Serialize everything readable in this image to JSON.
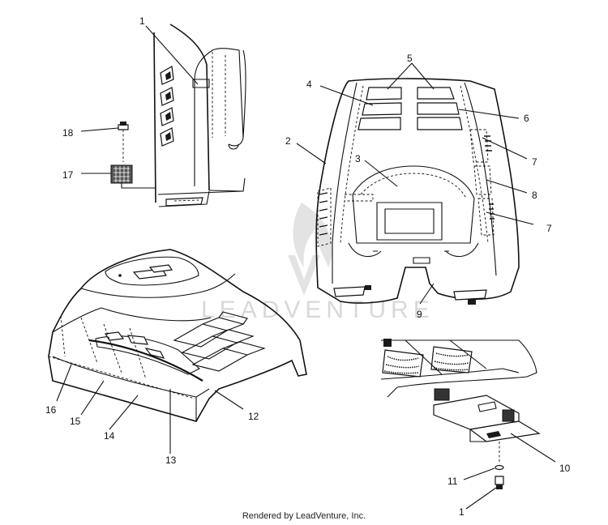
{
  "watermark": "LEADVENTURE",
  "caption": "Rendered by LeadVenture, Inc.",
  "callouts": [
    {
      "id": "c1-top",
      "label": "1"
    },
    {
      "id": "c18",
      "label": "18"
    },
    {
      "id": "c17",
      "label": "17"
    },
    {
      "id": "c5",
      "label": "5"
    },
    {
      "id": "c4",
      "label": "4"
    },
    {
      "id": "c6",
      "label": "6"
    },
    {
      "id": "c2",
      "label": "2"
    },
    {
      "id": "c3",
      "label": "3"
    },
    {
      "id": "c7a",
      "label": "7"
    },
    {
      "id": "c8",
      "label": "8"
    },
    {
      "id": "c7b",
      "label": "7"
    },
    {
      "id": "c9",
      "label": "9"
    },
    {
      "id": "c16",
      "label": "16"
    },
    {
      "id": "c15",
      "label": "15"
    },
    {
      "id": "c14",
      "label": "14"
    },
    {
      "id": "c13",
      "label": "13"
    },
    {
      "id": "c12",
      "label": "12"
    },
    {
      "id": "c10",
      "label": "10"
    },
    {
      "id": "c11",
      "label": "11"
    },
    {
      "id": "c1-bottom",
      "label": "1"
    }
  ]
}
